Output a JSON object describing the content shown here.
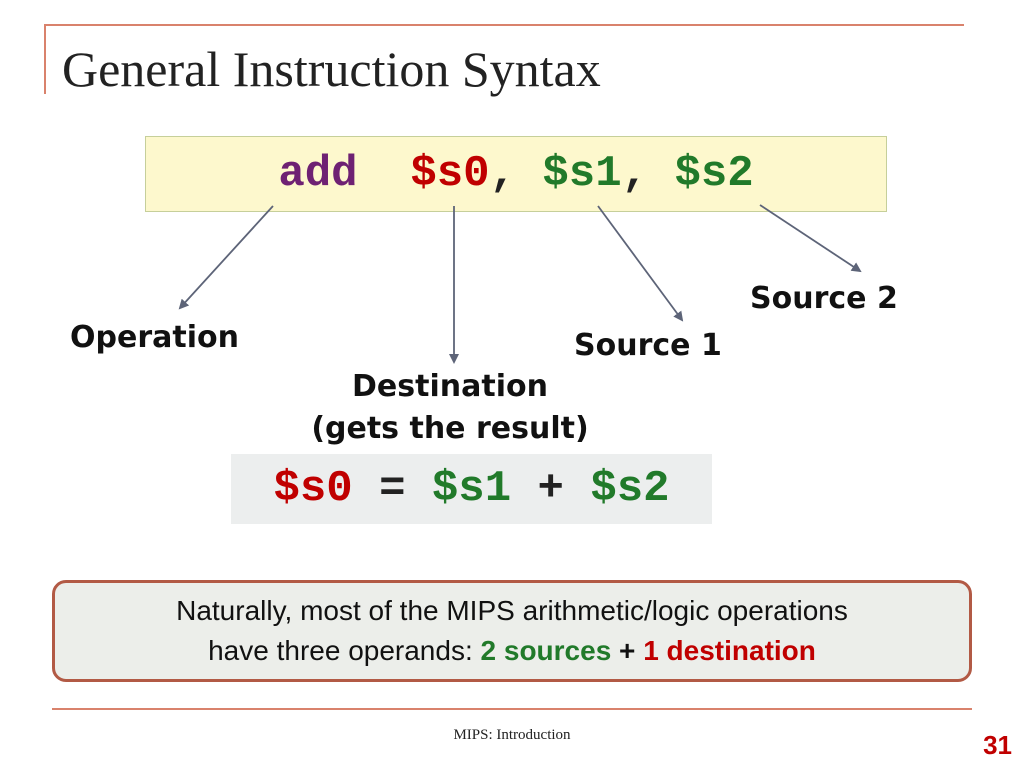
{
  "slide": {
    "title": "General Instruction Syntax",
    "page_number": "31",
    "footer": "MIPS: Introduction"
  },
  "instruction": {
    "op": "add",
    "dest": "$s0",
    "comma1": ",",
    "src1": "$s1",
    "comma2": ",",
    "src2": "$s2"
  },
  "labels": {
    "operation": "Operation",
    "destination": "Destination",
    "destination_note": "(gets the result)",
    "source1": "Source 1",
    "source2": "Source 2"
  },
  "equation": {
    "dest": "$s0",
    "equals": "=",
    "src1": "$s1",
    "plus": "+",
    "src2": "$s2"
  },
  "note": {
    "line1": "Naturally, most of the MIPS arithmetic/logic operations",
    "line2_prefix": "have three operands: ",
    "sources": "2 sources",
    "plus": "+",
    "destination": "1 destination"
  },
  "colors": {
    "opcode": "#6e2173",
    "destination": "#c00000",
    "source": "#217a2a",
    "accent_rule": "#d9826c",
    "note_border": "#b25a45",
    "arrow": "#5d6478"
  }
}
